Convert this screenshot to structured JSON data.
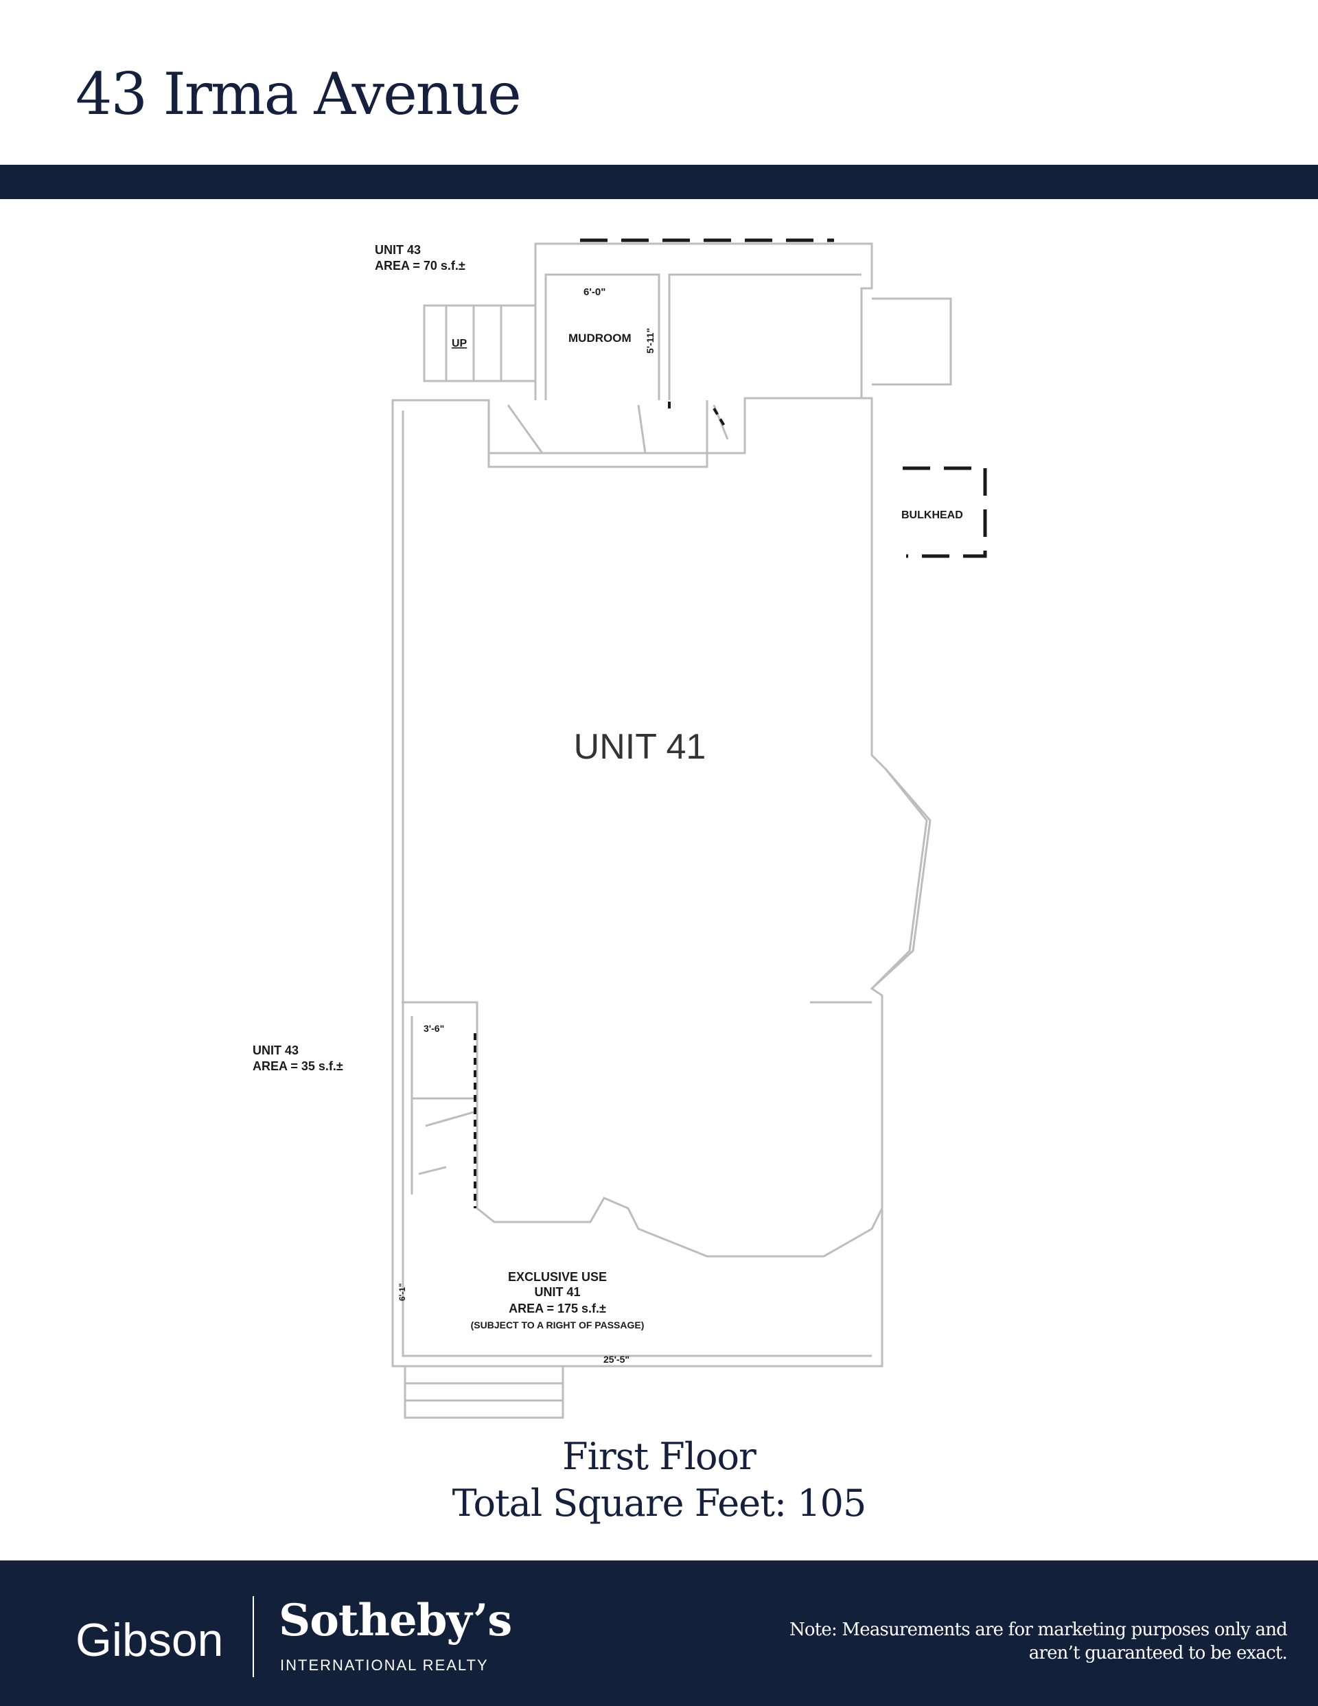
{
  "header": {
    "title": "43 Irma Avenue"
  },
  "floor_plan": {
    "labels": {
      "unit43_top": "UNIT 43",
      "unit43_top_area": "AREA = 70 s.f.±",
      "dim_top_width": "6'-0\"",
      "dim_mudroom_depth": "5'-11\"",
      "mudroom": "MUDROOM",
      "stairs_up": "UP",
      "bulkhead": "BULKHEAD",
      "unit41": "UNIT 41",
      "dim_closet": "3'-6\"",
      "unit43_side": "UNIT 43",
      "unit43_side_area": "AREA = 35 s.f.±",
      "dim_side": "6'-1\"",
      "exclusive_use": "EXCLUSIVE USE",
      "exclusive_unit": "UNIT 41",
      "exclusive_area": "AREA = 175 s.f.±",
      "passage_note": "(SUBJECT TO A RIGHT OF PASSAGE)",
      "dim_bottom_width": "25'-5\""
    }
  },
  "caption": {
    "floor": "First Floor",
    "total": "Total Square Feet: 105"
  },
  "footer": {
    "brand_gibson": "Gibson",
    "brand_sothebys": "Sotheby’s",
    "brand_realty": "INTERNATIONAL REALTY",
    "note_line1": "Note: Measurements are for marketing purposes only and",
    "note_line2": "aren’t guaranteed to be exact."
  }
}
